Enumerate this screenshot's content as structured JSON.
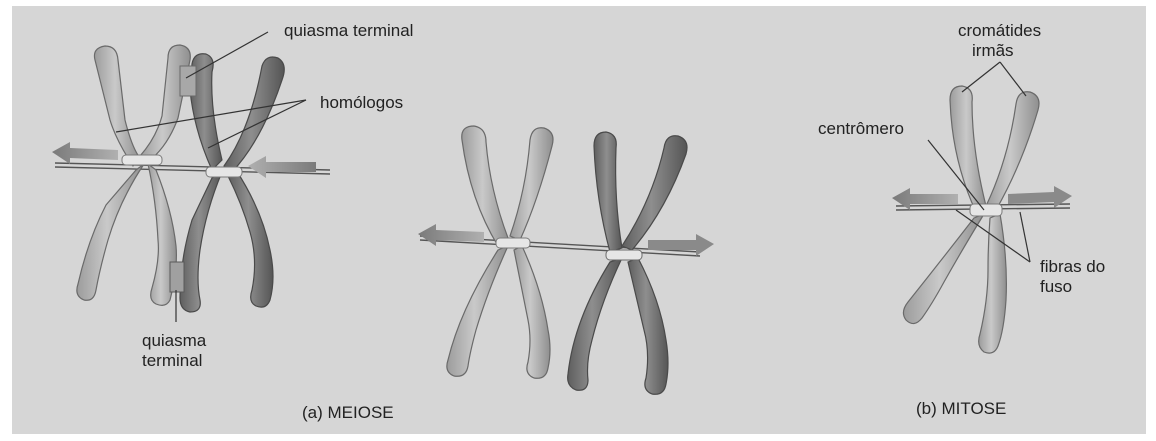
{
  "meiosis": {
    "label_top": "quiasma terminal",
    "label_homologs": "homólogos",
    "label_bottom_line1": "quiasma",
    "label_bottom_line2": "terminal",
    "caption": "(a)  MEIOSE"
  },
  "mitosis": {
    "label_sisters_line1": "cromátides",
    "label_sisters_line2": "irmãs",
    "label_centromere": "centrômero",
    "label_fibers_line1": "fibras do",
    "label_fibers_line2": "fuso",
    "caption": "(b)  MITOSE"
  },
  "colors": {
    "background": "#d6d6d6",
    "light_chromosome": "#b3b3b3",
    "dark_chromosome": "#7c7c7c",
    "centromere": "#e6e6e6",
    "arrow": "#8a8a8a",
    "leader_line": "#333333"
  }
}
